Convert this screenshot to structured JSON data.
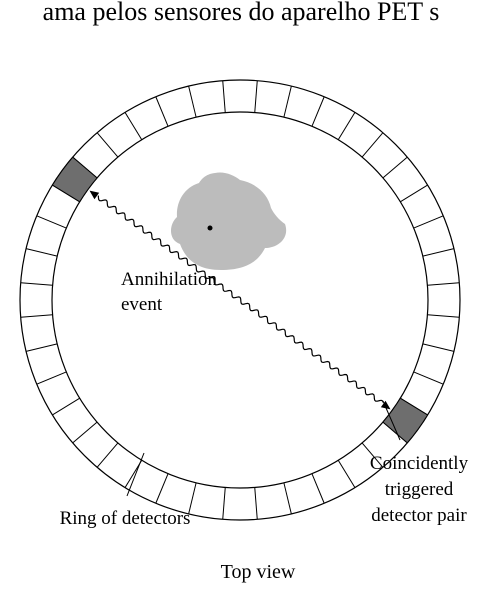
{
  "header_text": "ama pelos sensores do aparelho PET s",
  "labels": {
    "annihilation_line1": "Annihilation",
    "annihilation_line2": "event",
    "ring": "Ring of detectors",
    "coincident_line1": "Coincidently",
    "coincident_line2": "triggered",
    "coincident_line3": "detector pair",
    "view": "Top view"
  },
  "ring": {
    "segment_count": 40
  },
  "colors": {
    "detector_fill": "#ffffff",
    "triggered_detector_fill": "#6e6e6e",
    "head_fill": "#bcbcbc",
    "line": "#000000"
  }
}
